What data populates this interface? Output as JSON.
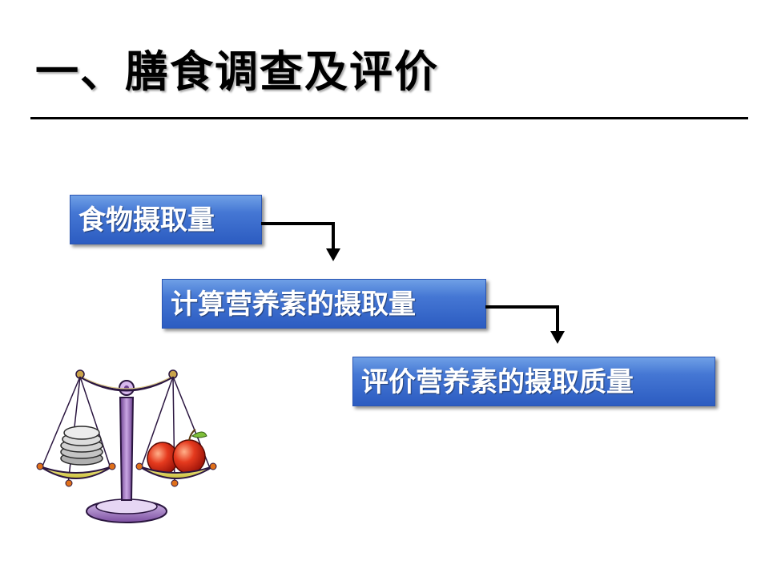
{
  "slide": {
    "title": "一、膳食调查及评价"
  },
  "flow": {
    "steps": [
      {
        "label": "食物摄取量"
      },
      {
        "label": "计算营养素的摄取量"
      },
      {
        "label": "评价营养素的摄取质量"
      }
    ]
  },
  "illustration": {
    "icon": "balance-scale-icon",
    "left_pan": "coins",
    "right_pan": "apple"
  }
}
